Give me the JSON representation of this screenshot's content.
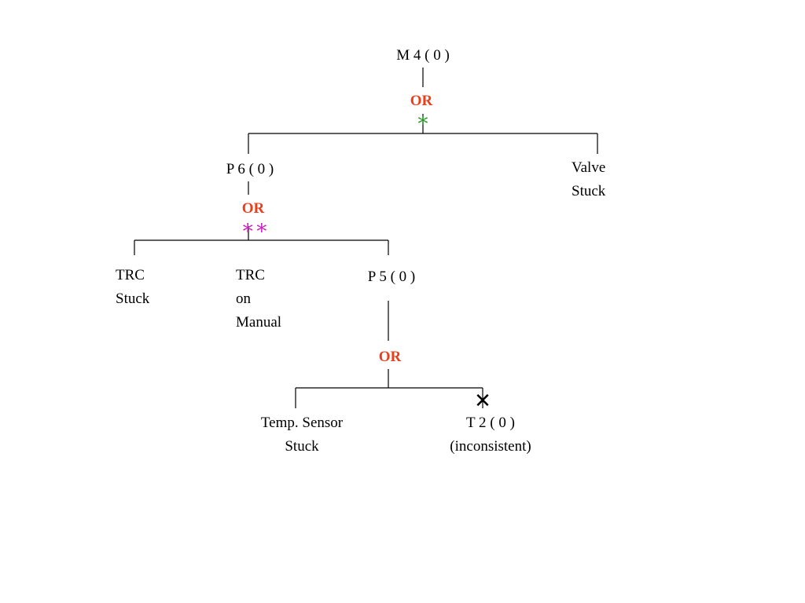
{
  "colors": {
    "gate": "#e8401c",
    "mark_root": "#2a9a2a",
    "mark_p6": "#cc22bb",
    "line": "#000000"
  },
  "nodes": {
    "m4": "M 4 ( 0 )",
    "p6": "P 6 ( 0 )",
    "valve": [
      "Valve",
      "Stuck"
    ],
    "trc_stuck": [
      "TRC",
      "Stuck"
    ],
    "trc_manual": [
      "TRC",
      "on",
      "Manual"
    ],
    "p5": "P 5 ( 0 )",
    "temp_sensor": [
      "Temp. Sensor",
      "Stuck"
    ],
    "t2": [
      "T 2 ( 0 )",
      "(inconsistent)"
    ]
  },
  "gates": {
    "root": {
      "label": "OR",
      "mark": "∗"
    },
    "p6": {
      "label": "OR",
      "mark": "∗∗"
    },
    "p5": {
      "label": "OR"
    }
  },
  "t2_cross_mark": "✕"
}
